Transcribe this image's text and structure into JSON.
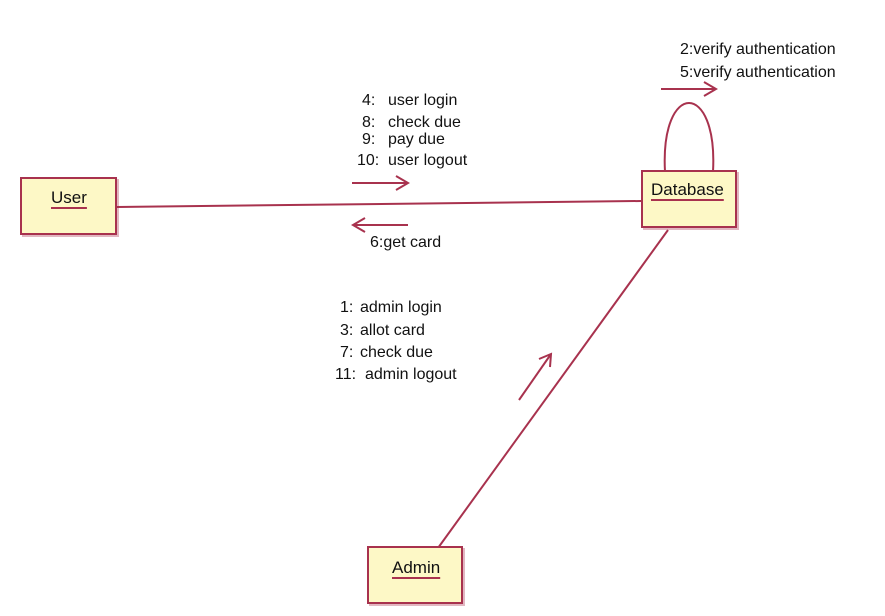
{
  "colors": {
    "line": "#a8324e",
    "box_fill": "#fdf8c6",
    "text": "#111111"
  },
  "objects": {
    "user": "User",
    "database": "Database",
    "admin": "Admin"
  },
  "messages": {
    "user_to_db": [
      {
        "num": "4:",
        "text": "user login"
      },
      {
        "num": "8:",
        "text": "check due"
      },
      {
        "num": "9:",
        "text": "pay due"
      },
      {
        "num": "10:",
        "text": "user logout"
      }
    ],
    "db_to_user": [
      {
        "num": "6:",
        "text": "get card"
      }
    ],
    "db_self": [
      {
        "num": "2:",
        "text": "verify authentication"
      },
      {
        "num": "5:",
        "text": "verify authentication"
      }
    ],
    "admin_to_db": [
      {
        "num": "1:",
        "text": "admin login"
      },
      {
        "num": "3:",
        "text": "allot card"
      },
      {
        "num": "7:",
        "text": "check due"
      },
      {
        "num": "11:",
        "text": "admin logout"
      }
    ]
  }
}
